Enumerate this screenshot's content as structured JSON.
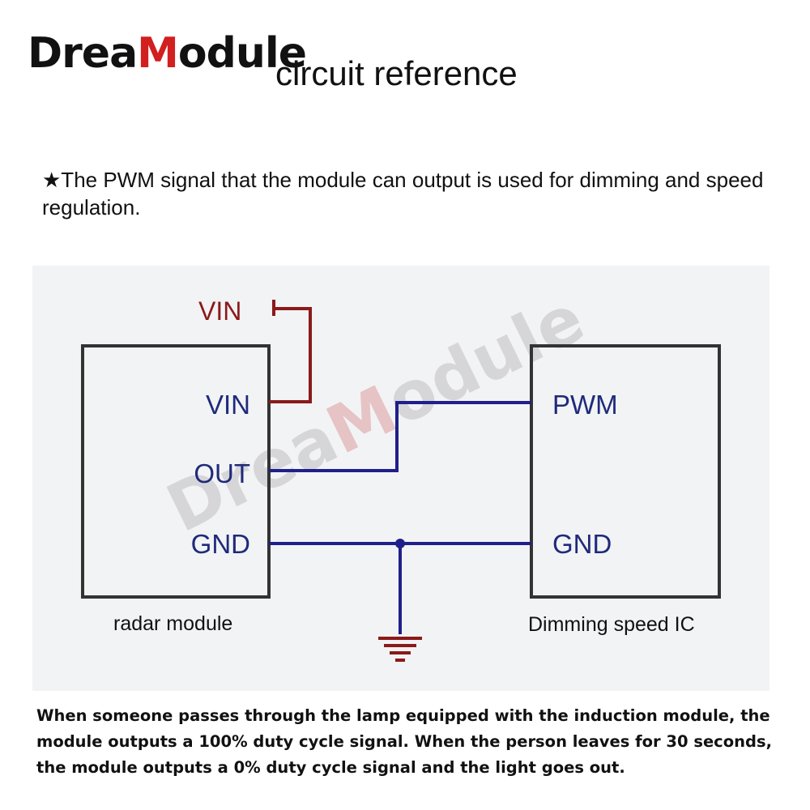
{
  "brand": {
    "name_part1": "Drea",
    "name_accent": "M",
    "name_part2": "odule"
  },
  "heading": "circuit reference",
  "intro": "★The PWM signal that the module can output is used for dimming and speed regulation.",
  "diagram": {
    "supply_label": "VIN",
    "radar_module": {
      "name": "radar module",
      "pins": {
        "vin": "VIN",
        "out": "OUT",
        "gnd": "GND"
      }
    },
    "dimming_ic": {
      "name": "Dimming speed IC",
      "pins": {
        "pwm": "PWM",
        "gnd": "GND"
      }
    },
    "watermark": {
      "part1": "Drea",
      "accent": "M",
      "part2": "odule"
    }
  },
  "caption": "When someone passes through the lamp equipped with the induction module, the module outputs a 100% duty cycle signal. When the person leaves for 30 seconds, the module outputs a 0% duty cycle signal and the light goes out.",
  "colors": {
    "wire": "#1f1f8a",
    "supply": "#8b1a1a",
    "pin_text": "#1f2a7a",
    "box": "#333333",
    "accent": "#d21f1f",
    "panel": "#f2f3f5"
  }
}
